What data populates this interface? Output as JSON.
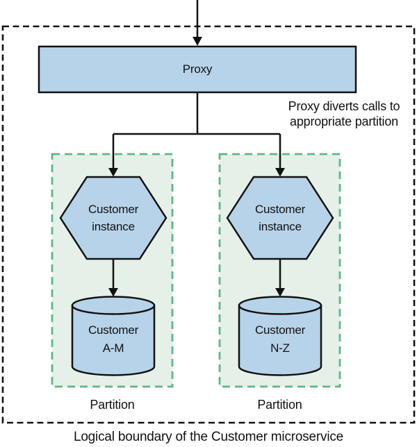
{
  "diagram": {
    "proxy": {
      "label": "Proxy"
    },
    "note": {
      "line1": "Proxy diverts calls to",
      "line2": "appropriate partition"
    },
    "partitions": [
      {
        "instance": {
          "line1": "Customer",
          "line2": "instance"
        },
        "database": {
          "line1": "Customer",
          "line2": "A-M"
        },
        "caption": "Partition"
      },
      {
        "instance": {
          "line1": "Customer",
          "line2": "instance"
        },
        "database": {
          "line1": "Customer",
          "line2": "N-Z"
        },
        "caption": "Partition"
      }
    ],
    "boundary_caption": "Logical boundary of the Customer microservice",
    "colors": {
      "node_fill": "#b7d3e9",
      "node_stroke": "#111111",
      "partition_fill": "#e4f0e8",
      "partition_stroke": "#5cb884",
      "boundary_stroke": "#111111",
      "background": "#ffffff"
    }
  }
}
